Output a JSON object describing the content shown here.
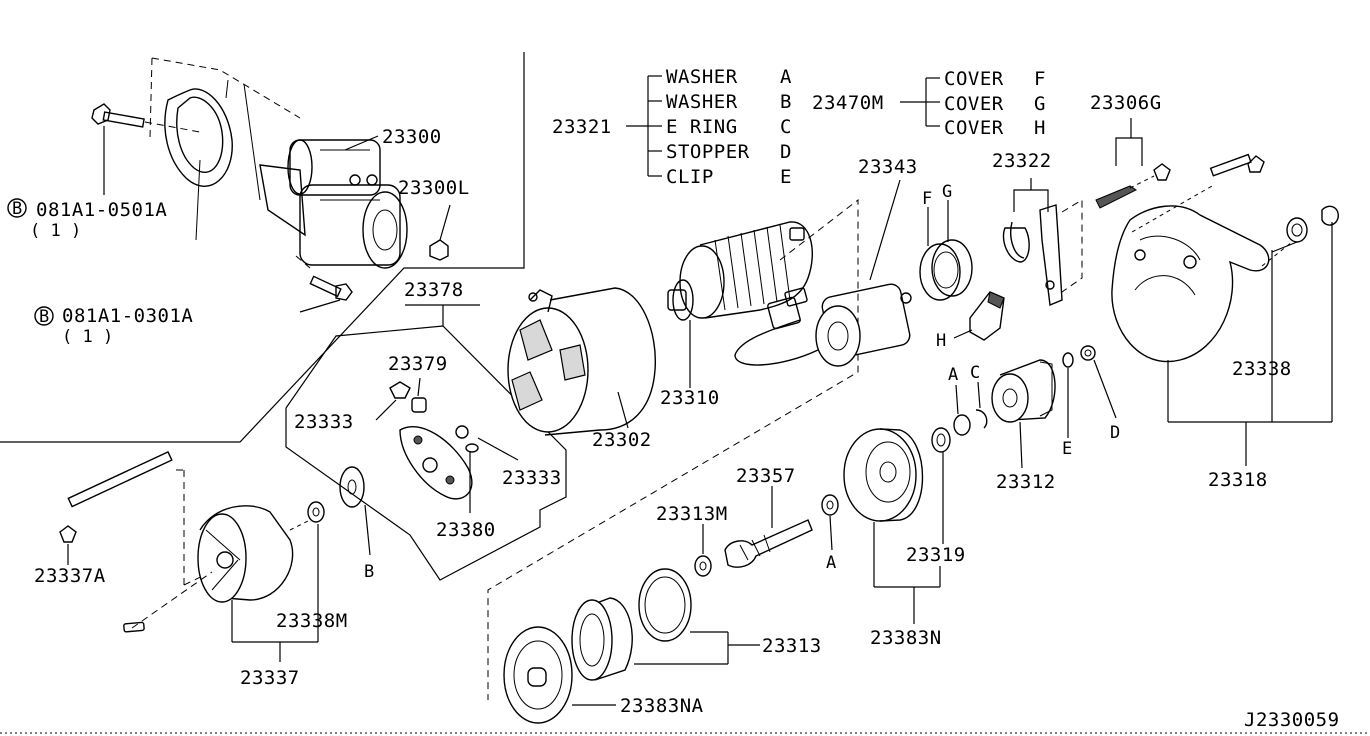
{
  "diagram_code": "J2330059",
  "labels": {
    "p23300": "23300",
    "p23300L": "23300L",
    "bolt1_code": "081A1-0501A",
    "bolt1_qty": "( 1 )",
    "bolt2_code": "081A1-0301A",
    "bolt2_qty": "( 1 )",
    "bolt_marker": "B",
    "p23378": "23378",
    "p23379": "23379",
    "p23333a": "23333",
    "p23333b": "23333",
    "p23380": "23380",
    "p23302": "23302",
    "p23310": "23310",
    "p23343": "23343",
    "p23321": "23321",
    "p23470M": "23470M",
    "p23306G": "23306G",
    "p23322": "23322",
    "p23338": "23338",
    "p23318": "23318",
    "p23312": "23312",
    "p23319": "23319",
    "p23383N": "23383N",
    "p23357": "23357",
    "p23313M": "23313M",
    "p23313": "23313",
    "p23383NA": "23383NA",
    "p23337A": "23337A",
    "p23338M": "23338M",
    "p23337": "23337",
    "ref_A1": "A",
    "ref_A2": "A",
    "ref_B": "B",
    "ref_C": "C",
    "ref_D": "D",
    "ref_E": "E",
    "ref_F": "F",
    "ref_G": "G",
    "ref_H": "H"
  },
  "group_23321": [
    {
      "name": "WASHER",
      "code": "A"
    },
    {
      "name": "WASHER",
      "code": "B"
    },
    {
      "name": "E RING",
      "code": "C"
    },
    {
      "name": "STOPPER",
      "code": "D"
    },
    {
      "name": "CLIP",
      "code": "E"
    }
  ],
  "group_23470M": [
    {
      "name": "COVER",
      "code": "F"
    },
    {
      "name": "COVER",
      "code": "G"
    },
    {
      "name": "COVER",
      "code": "H"
    }
  ]
}
